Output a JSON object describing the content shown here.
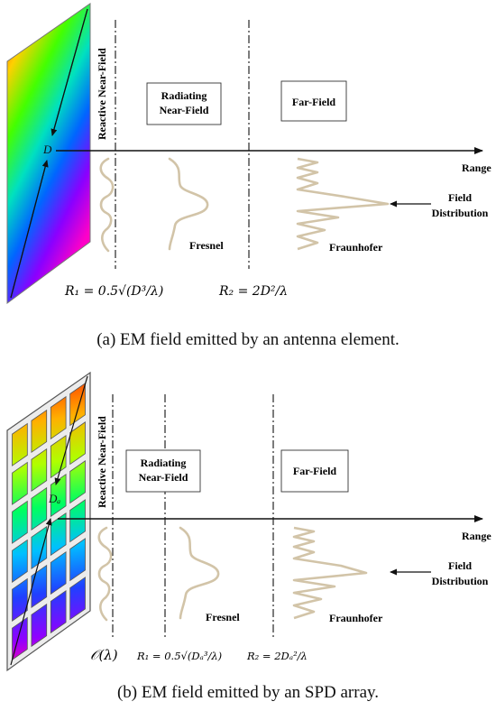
{
  "panel_a": {
    "reactive_label": "Reactive Near-Field",
    "radiating_line1": "Radiating",
    "radiating_line2": "Near-Field",
    "farfield_label": "Far-Field",
    "range_label": "Range",
    "field_line1": "Field",
    "field_line2": "Distribution",
    "fresnel_label": "Fresnel",
    "fraunhofer_label": "Fraunhofer",
    "d_label": "D",
    "r1_label": "R₁ = 0.5√(D³/λ)",
    "r2_label": "R₂ = 2D²/λ",
    "caption": "(a)  EM field emitted by an antenna element."
  },
  "panel_b": {
    "reactive_label": "Reactive Near-Field",
    "radiating_line1": "Radiating",
    "radiating_line2": "Near-Field",
    "farfield_label": "Far-Field",
    "range_label": "Range",
    "field_line1": "Field",
    "field_line2": "Distribution",
    "fresnel_label": "Fresnel",
    "fraunhofer_label": "Fraunhofer",
    "d_label": "Dₐ",
    "o_label": "𝒪(λ)",
    "r1_label": "R₁ = 0.5√(Dₐ³/λ)",
    "r2_label": "R₂ = 2Dₐ²/λ",
    "caption": "(b)  EM field emitted by an SPD array."
  },
  "colors": {
    "wave": "#d2c4a8",
    "line": "#111111",
    "box_border": "#333333"
  }
}
